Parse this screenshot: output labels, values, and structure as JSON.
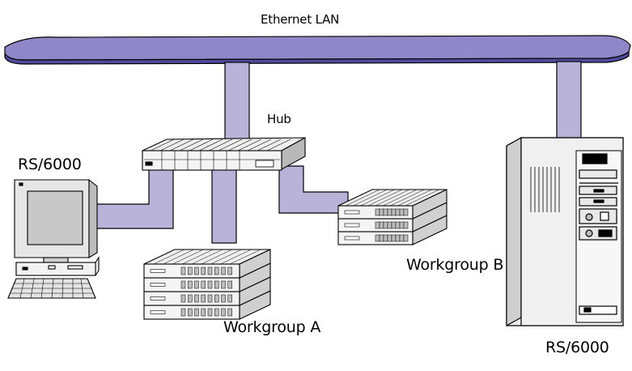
{
  "labels": {
    "lan": "Ethernet LAN",
    "hub": "Hub",
    "rs_left": "RS/6000",
    "rs_right": "RS/6000",
    "workgroup_a": "Workgroup A",
    "workgroup_b": "Workgroup B"
  },
  "colors": {
    "cable": "#b9b3da",
    "lan_top": "#8f87c7",
    "lan_front": "#514a9c",
    "outline": "#000000",
    "device": "#eeeeee",
    "device_shade": "#c9c9c9",
    "screen": "#c8c8c8"
  }
}
